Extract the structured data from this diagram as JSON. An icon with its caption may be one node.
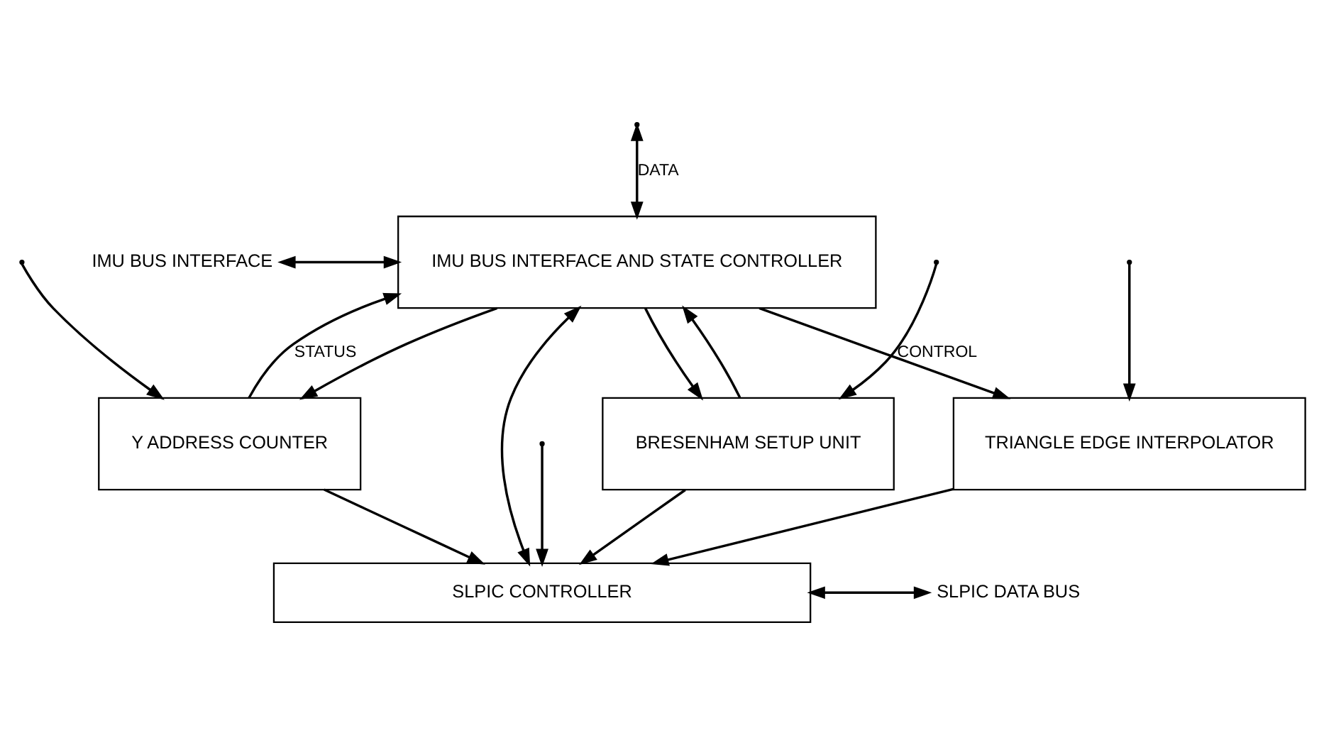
{
  "diagram": {
    "nodes": [
      {
        "text": [
          "IMU BUS INTERFACE"
        ]
      },
      {
        "text": [
          "IMU BUS INTERFACE AND STATE CONTROLLER"
        ]
      },
      {
        "text": [
          "TRIANGLE EDGE INTERPOLATOR"
        ]
      },
      {
        "text": [
          "Y ADDRESS COUNTER"
        ]
      },
      {
        "text": [
          "BRESENHAM SETUP UNIT"
        ]
      },
      {
        "text": [
          "SLPIC CONTROLLER"
        ]
      },
      {
        "text": [
          "SLPIC DATA BUS"
        ]
      }
    ],
    "edges": [
      {
        "from": null,
        "to": 1,
        "arrow": "both",
        "label": "DATA"
      },
      {
        "from": null,
        "to": 2,
        "arrow": "to"
      },
      {
        "from": null,
        "to": 3,
        "arrow": "to"
      },
      {
        "from": null,
        "to": 4,
        "arrow": "to"
      },
      {
        "from": null,
        "to": 5,
        "arrow": "to"
      },
      {
        "from": 0,
        "to": 1,
        "arrow": "both"
      },
      {
        "from": 1,
        "to": 2,
        "arrow": "to",
        "label": "CONTROL"
      },
      {
        "from": 1,
        "to": 3,
        "arrow": "to"
      },
      {
        "from": 1,
        "to": 4,
        "arrow": "to"
      },
      {
        "from": 3,
        "to": 1,
        "arrow": "to",
        "label": "STATUS"
      },
      {
        "from": 4,
        "to": 1,
        "arrow": "to"
      },
      {
        "from": 1,
        "to": 5,
        "arrow": "both"
      },
      {
        "from": 2,
        "to": 5,
        "arrow": "to"
      },
      {
        "from": 3,
        "to": 5,
        "arrow": "to"
      },
      {
        "from": 4,
        "to": 5,
        "arrow": "to"
      },
      {
        "from": 5,
        "to": 6,
        "arrow": "both"
      }
    ]
  }
}
